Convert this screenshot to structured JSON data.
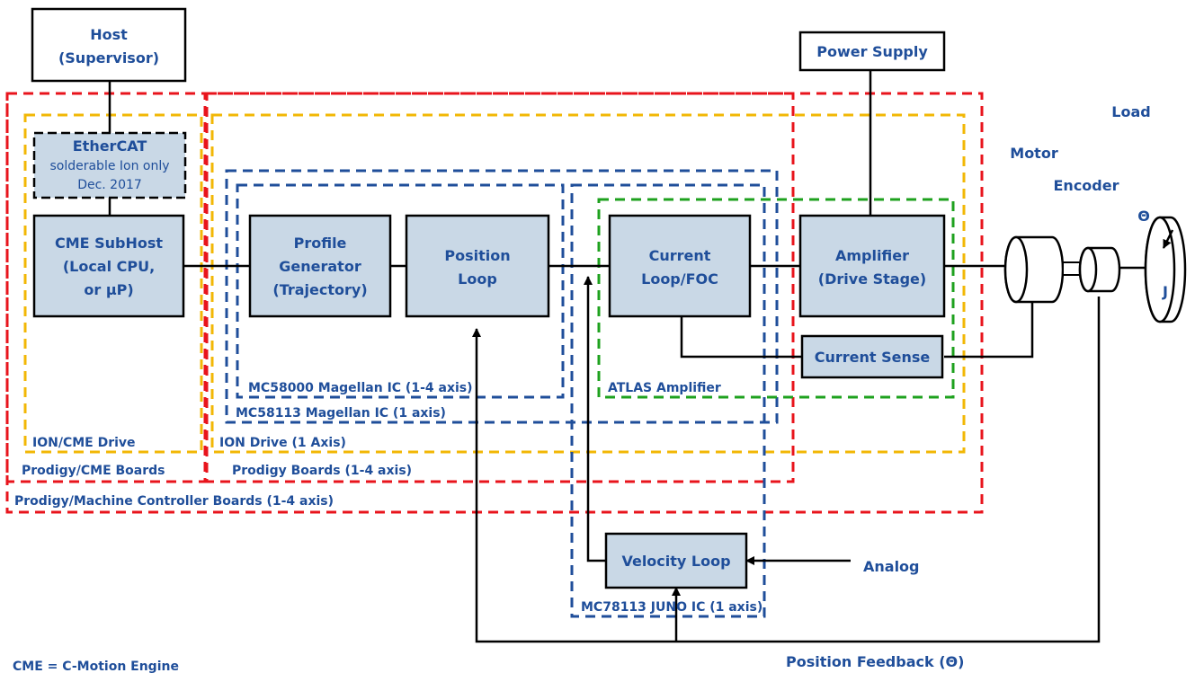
{
  "colors": {
    "block_fill": "#c9d8e6",
    "text": "#1f4e9a",
    "red_region": "#e8141c",
    "yellow_region": "#f2b705",
    "blue_region": "#1f4e9a",
    "green_region": "#1ea11e",
    "black_dash": "#000000"
  },
  "blocks": {
    "host": {
      "line1": "Host",
      "line2": "(Supervisor)"
    },
    "power_supply": {
      "label": "Power Supply"
    },
    "ethercat": {
      "line1": "EtherCAT",
      "line2": "solderable Ion only",
      "line3": "Dec. 2017"
    },
    "cme_subhost": {
      "line1": "CME SubHost",
      "line2": "(Local CPU,",
      "line3": "or µP)"
    },
    "profile_generator": {
      "line1": "Profile",
      "line2": "Generator",
      "line3": "(Trajectory)"
    },
    "position_loop": {
      "line1": "Position",
      "line2": "Loop"
    },
    "current_loop": {
      "line1": "Current",
      "line2": "Loop/FOC"
    },
    "amplifier": {
      "line1": "Amplifier",
      "line2": "(Drive Stage)"
    },
    "current_sense": {
      "label": "Current Sense"
    },
    "velocity_loop": {
      "label": "Velocity Loop"
    }
  },
  "region_labels": {
    "mc58000": "MC58000 Magellan IC (1-4 axis)",
    "atlas": "ATLAS Amplifier",
    "mc58113": "MC58113 Magellan IC (1 axis)",
    "ion_cme_drive": "ION/CME Drive",
    "ion_drive": "ION Drive (1 Axis)",
    "prodigy_cme": "Prodigy/CME Boards",
    "prodigy_boards": "Prodigy Boards (1-4 axis)",
    "prodigy_machine": "Prodigy/Machine Controller Boards (1-4 axis)",
    "mc78113": "MC78113 JUNO IC (1 axis)"
  },
  "external_labels": {
    "load": "Load",
    "motor": "Motor",
    "encoder": "Encoder",
    "theta": "Θ",
    "inertia": "J",
    "analog": "Analog",
    "position_feedback": "Position Feedback (Θ)",
    "footnote": "CME = C-Motion Engine"
  }
}
